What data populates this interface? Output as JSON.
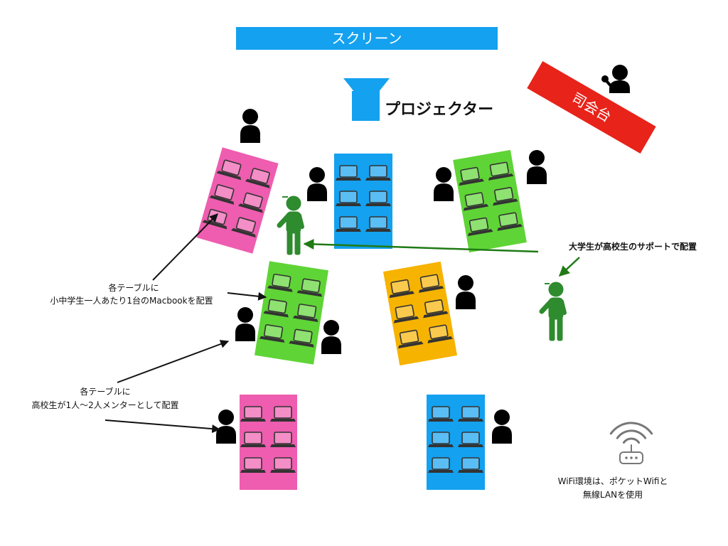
{
  "screen": {
    "label": "スクリーン"
  },
  "projector": {
    "label": "プロジェクター"
  },
  "podium": {
    "label": "司会台"
  },
  "notes": {
    "laptop_note": {
      "line1": "各テーブルに",
      "line2": "小中学生一人あたり1台のMacbookを配置"
    },
    "mentor_note": {
      "line1": "各テーブルに",
      "line2": "高校生が1人〜2人メンターとして配置"
    },
    "support_note": "大学生が高校生のサポートで配置",
    "wifi_note": {
      "line1": "WiFi環境は、ポケットWifiと",
      "line2": "無線LANを使用"
    }
  },
  "colors": {
    "screen": "#14A1EF",
    "projector": "#14A1EF",
    "podium": "#E8231A",
    "participant": "#000000",
    "mentor": "#2E8B2E",
    "arrow_black": "#111111",
    "arrow_green": "#1F7A14"
  },
  "tables": [
    {
      "color": "#EE5DAF",
      "laptops": 6
    },
    {
      "color": "#14A1EF",
      "laptops": 6
    },
    {
      "color": "#5FD436",
      "laptops": 6
    },
    {
      "color": "#5FD436",
      "laptops": 6
    },
    {
      "color": "#F6B300",
      "laptops": 6
    },
    {
      "color": "#EE5DAF",
      "laptops": 6
    },
    {
      "color": "#14A1EF",
      "laptops": 6
    }
  ]
}
